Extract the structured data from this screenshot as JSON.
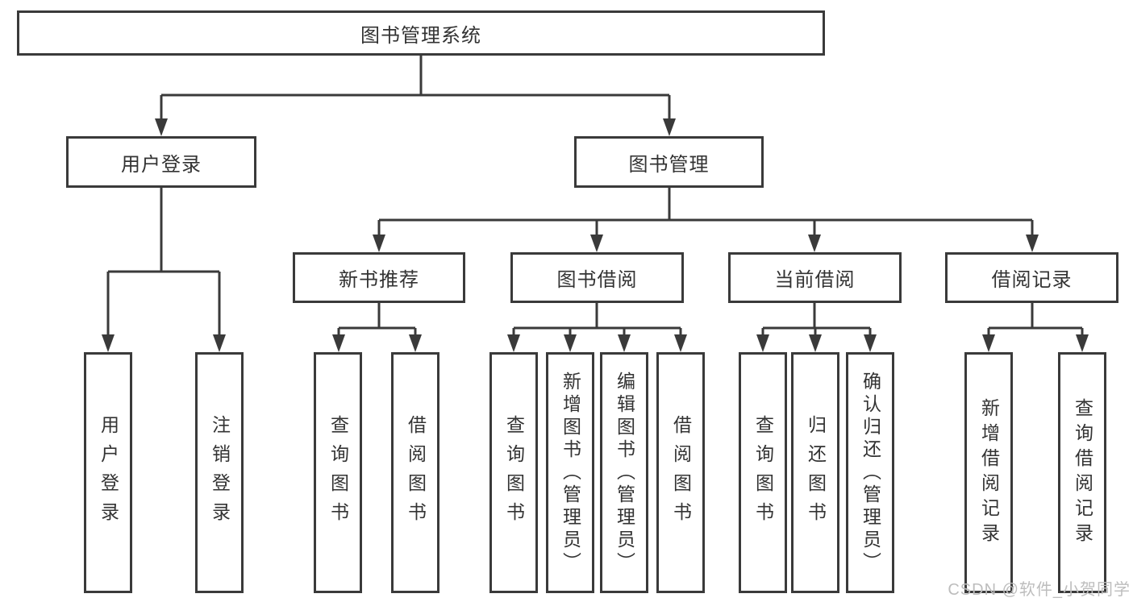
{
  "diagram": {
    "root": {
      "label": "图书管理系统"
    },
    "branches": [
      {
        "label": "用户登录",
        "children": [
          {
            "label": "用户登录"
          },
          {
            "label": "注销登录"
          }
        ]
      },
      {
        "label": "图书管理",
        "children": [
          {
            "label": "新书推荐",
            "children": [
              {
                "label": "查询图书"
              },
              {
                "label": "借阅图书"
              }
            ]
          },
          {
            "label": "图书借阅",
            "children": [
              {
                "label": "查询图书"
              },
              {
                "label": "新增图书（管理员）"
              },
              {
                "label": "编辑图书（管理员）"
              },
              {
                "label": "借阅图书"
              }
            ]
          },
          {
            "label": "当前借阅",
            "children": [
              {
                "label": "查询图书"
              },
              {
                "label": "归还图书"
              },
              {
                "label": "确认归还（管理员）"
              }
            ]
          },
          {
            "label": "借阅记录",
            "children": [
              {
                "label": "新增借阅记录"
              },
              {
                "label": "查询借阅记录"
              }
            ]
          }
        ]
      }
    ]
  },
  "watermark": {
    "text": "CSDN @软件_小贺同学"
  },
  "colors": {
    "line": "#3a3a3a",
    "text": "#333333",
    "background": "#ffffff",
    "watermark": "#bdbdbd"
  }
}
